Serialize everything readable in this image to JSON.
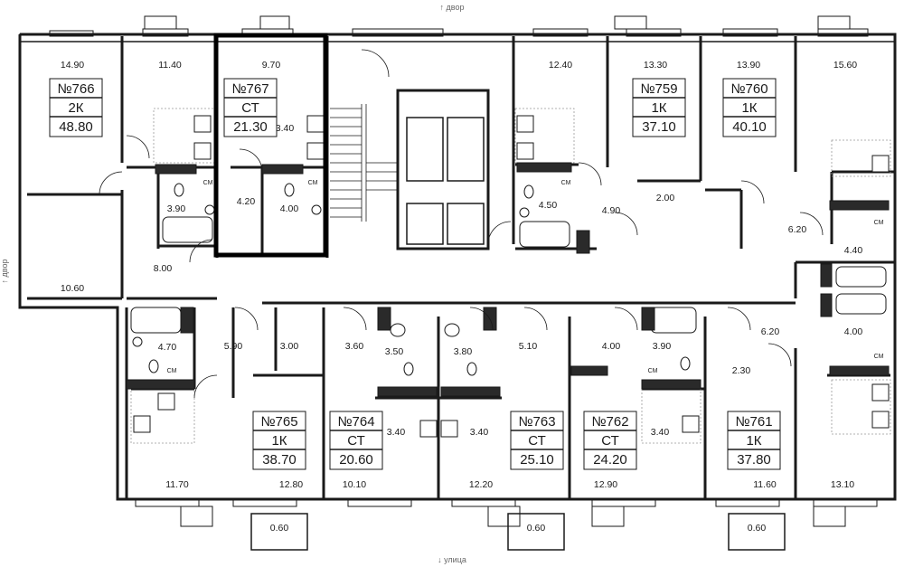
{
  "directions": {
    "top": "↑ двор",
    "bottom": "↓ улица",
    "left": "↑ двор"
  },
  "apartments": [
    {
      "number": "№766",
      "type": "2К",
      "area": "48.80"
    },
    {
      "number": "№767",
      "type": "СТ",
      "area": "21.30"
    },
    {
      "number": "№759",
      "type": "1К",
      "area": "37.10"
    },
    {
      "number": "№760",
      "type": "1К",
      "area": "40.10"
    },
    {
      "number": "№765",
      "type": "1К",
      "area": "38.70"
    },
    {
      "number": "№764",
      "type": "СТ",
      "area": "20.60"
    },
    {
      "number": "№763",
      "type": "СТ",
      "area": "25.10"
    },
    {
      "number": "№762",
      "type": "СТ",
      "area": "24.20"
    },
    {
      "number": "№761",
      "type": "1К",
      "area": "37.80"
    }
  ],
  "room_areas": [
    "14.90",
    "11.40",
    "9.70",
    "12.40",
    "13.30",
    "13.90",
    "15.60",
    "3.40",
    "4.20",
    "4.00",
    "3.90",
    "8.00",
    "10.60",
    "4.50",
    "4.90",
    "2.00",
    "6.20",
    "4.40",
    "4.70",
    "5.90",
    "3.00",
    "3.60",
    "3.50",
    "3.80",
    "5.10",
    "4.00",
    "3.90",
    "6.20",
    "4.00",
    "2.30",
    "3.40",
    "3.40",
    "3.40",
    "11.70",
    "12.80",
    "10.10",
    "12.20",
    "12.90",
    "11.60",
    "13.10",
    "0.60",
    "0.60",
    "0.60"
  ],
  "fixture_label": "СМ",
  "selected_apartment": "№767"
}
